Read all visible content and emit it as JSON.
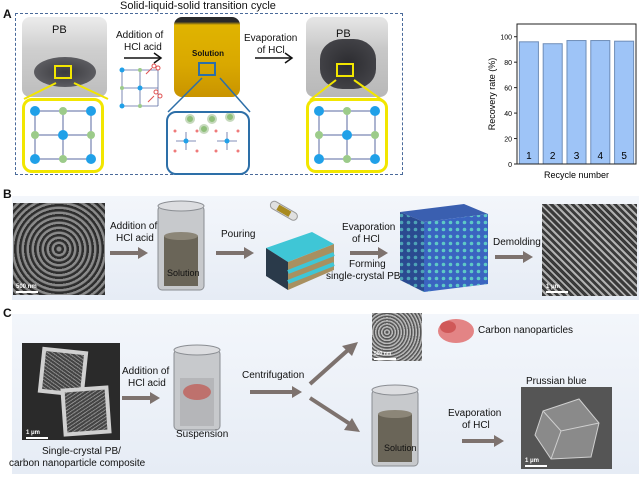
{
  "panels": {
    "a": {
      "letter": "A",
      "title": "Solid-liquid-solid transition cycle",
      "photo1_label": "PB",
      "step1_label_l1": "Addition of",
      "step1_label_l2": "HCl acid",
      "photo2_label": "Solution",
      "step2_label_l1": "Evaporation",
      "step2_label_l2": "of HCl",
      "photo3_label": "PB"
    },
    "b": {
      "letter": "B",
      "scale1": "500 nm",
      "step1_l1": "Addition of",
      "step1_l2": "HCl acid",
      "beaker_label": "Solution",
      "step2": "Pouring",
      "step3_l1": "Evaporation",
      "step3_l2": "of  HCl",
      "step3_l3": "Forming",
      "step3_l4": "single-crystal PB",
      "step4": "Demolding",
      "scale2": "1 μm"
    },
    "c": {
      "letter": "C",
      "scale1": "1 μm",
      "composite_l1": "Single-crystal PB/",
      "composite_l2": "carbon nanoparticle composite",
      "step1_l1": "Addition of",
      "step1_l2": "HCl acid",
      "beaker1_label": "Suspension",
      "step2": "Centrifugation",
      "scale2": "500 nm",
      "carbon_label": "Carbon nanoparticles",
      "beaker2_label": "Solution",
      "step3_l1": "Evaporation",
      "step3_l2": "of  HCl",
      "pb_label": "Prussian blue",
      "scale3": "1 μm"
    }
  },
  "colors": {
    "bar_fill": "#9ec4f7",
    "bar_stroke": "#6e8db8",
    "yellow_box": "#f2e600",
    "blue_box": "#2d6fa8",
    "arrow": "#7d726e"
  },
  "chart_data": {
    "type": "bar",
    "categories": [
      "1",
      "2",
      "3",
      "4",
      "5"
    ],
    "values": [
      96,
      94.5,
      97,
      97,
      96.5
    ],
    "title": "",
    "xlabel": "Recycle number",
    "ylabel": "Recovery rate (%)",
    "ylim": [
      0,
      110
    ],
    "yticks": [
      "0",
      "20",
      "40",
      "60",
      "80",
      "100"
    ],
    "grid": false
  }
}
